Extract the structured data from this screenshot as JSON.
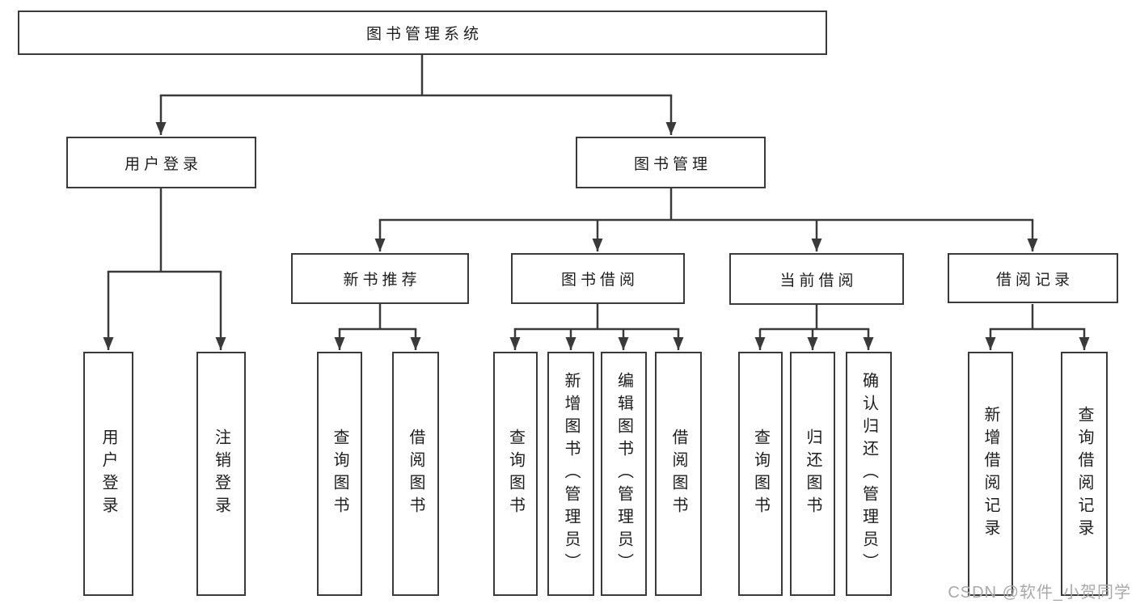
{
  "hierarchy": {
    "label": "图书管理系统",
    "children": [
      {
        "label": "用户登录",
        "children": [
          {
            "label": "用户登录"
          },
          {
            "label": "注销登录"
          }
        ]
      },
      {
        "label": "图书管理",
        "children": [
          {
            "label": "新书推荐",
            "children": [
              {
                "label": "查询图书"
              },
              {
                "label": "借阅图书"
              }
            ]
          },
          {
            "label": "图书借阅",
            "children": [
              {
                "label": "查询图书"
              },
              {
                "label": "新增图书（管理员）"
              },
              {
                "label": "编辑图书（管理员）"
              },
              {
                "label": "借阅图书"
              }
            ]
          },
          {
            "label": "当前借阅",
            "children": [
              {
                "label": "查询图书"
              },
              {
                "label": "归还图书"
              },
              {
                "label": "确认归还（管理员）"
              }
            ]
          },
          {
            "label": "借阅记录",
            "children": [
              {
                "label": "新增借阅记录"
              },
              {
                "label": "查询借阅记录"
              }
            ]
          }
        ]
      }
    ]
  },
  "watermark": "CSDN @软件_小贺同学",
  "colors": {
    "line": "#3a3a3a",
    "text": "#1e1e1e",
    "watermark": "#a9a9a9",
    "background": "#ffffff"
  }
}
